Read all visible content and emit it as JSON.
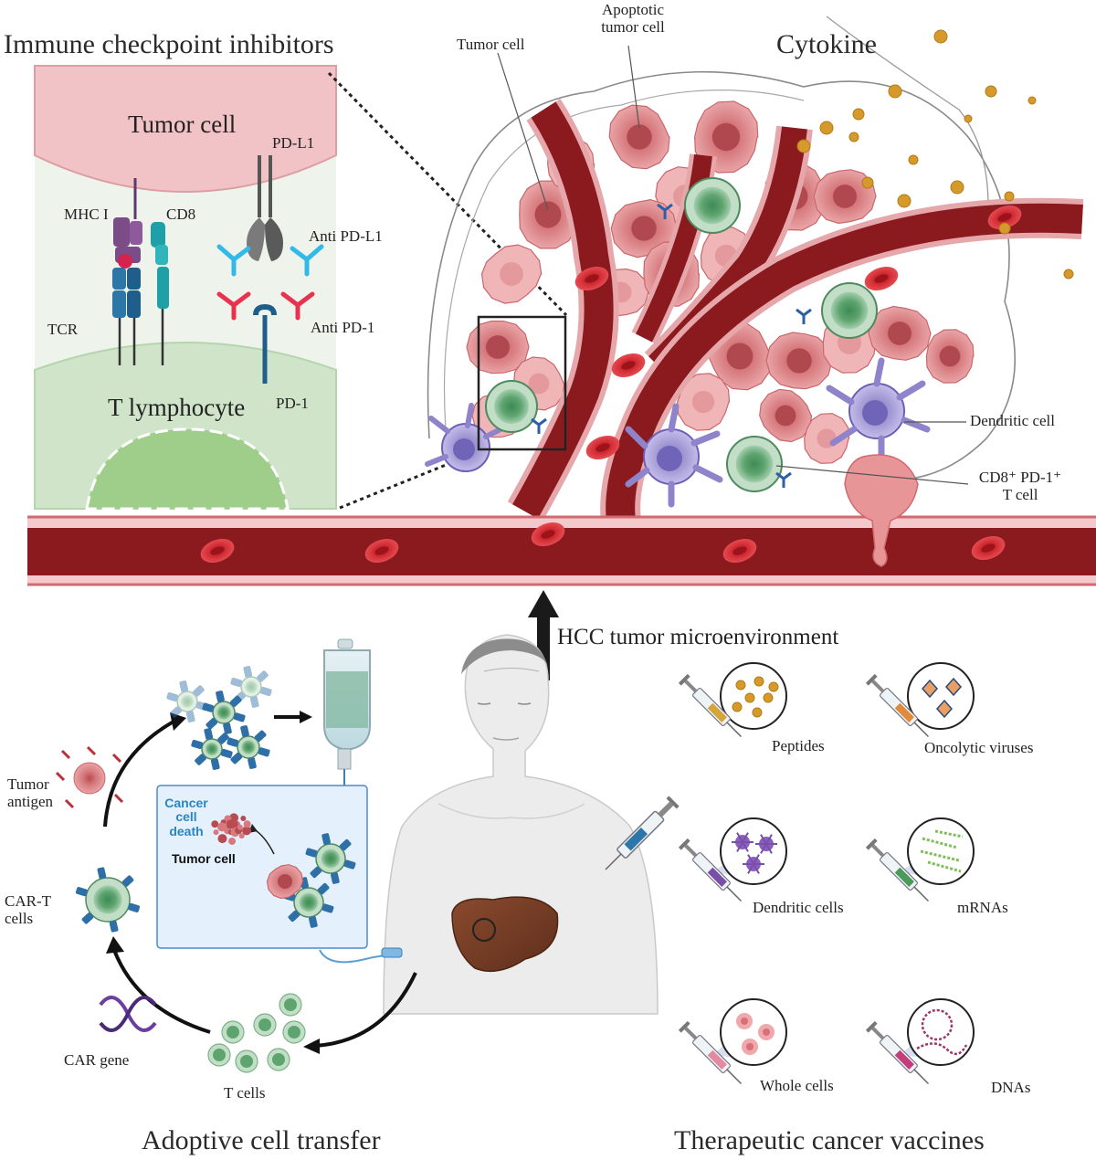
{
  "checkpoint": {
    "heading": "Immune checkpoint inhibitors",
    "tumor_cell": "Tumor cell",
    "t_lymphocyte": "T lymphocyte",
    "mhc": "MHC I",
    "cd8": "CD8",
    "tcr": "TCR",
    "pdl1": "PD-L1",
    "anti_pdl1": "Anti PD-L1",
    "anti_pd1": "Anti PD-1",
    "pd1": "PD-1"
  },
  "microenvironment": {
    "tumor_cell": "Tumor cell",
    "apoptotic_line1": "Apoptotic",
    "apoptotic_line2": "tumor cell",
    "cytokine": "Cytokine",
    "dendritic_cell": "Dendritic cell",
    "cd8_line1": "CD8⁺ PD-1⁺",
    "cd8_line2": "T cell",
    "arrow_label": "HCC tumor microenvironment"
  },
  "adoptive": {
    "heading": "Adoptive cell transfer",
    "tumor_antigen_line1": "Tumor",
    "tumor_antigen_line2": "antigen",
    "cart_line1": "CAR-T",
    "cart_line2": "cells",
    "car_gene": "CAR gene",
    "t_cells": "T cells",
    "cancer_death_line1": "Cancer",
    "cancer_death_line2": "cell",
    "cancer_death_line3": "death",
    "box_tumor_cell": "Tumor cell"
  },
  "vaccines": {
    "heading": "Therapeutic cancer vaccines",
    "items": [
      "Peptides",
      "Oncolytic viruses",
      "Dendritic cells",
      "mRNAs",
      "Whole cells",
      "DNAs"
    ]
  },
  "colors": {
    "vessel": "#8b1a1f",
    "tumor": "#d9777a",
    "t_cell": "#5b9e6c",
    "dendritic": "#9b8fd0",
    "cytokine": "#d69a2c",
    "box_blue": "#2b84c4"
  }
}
